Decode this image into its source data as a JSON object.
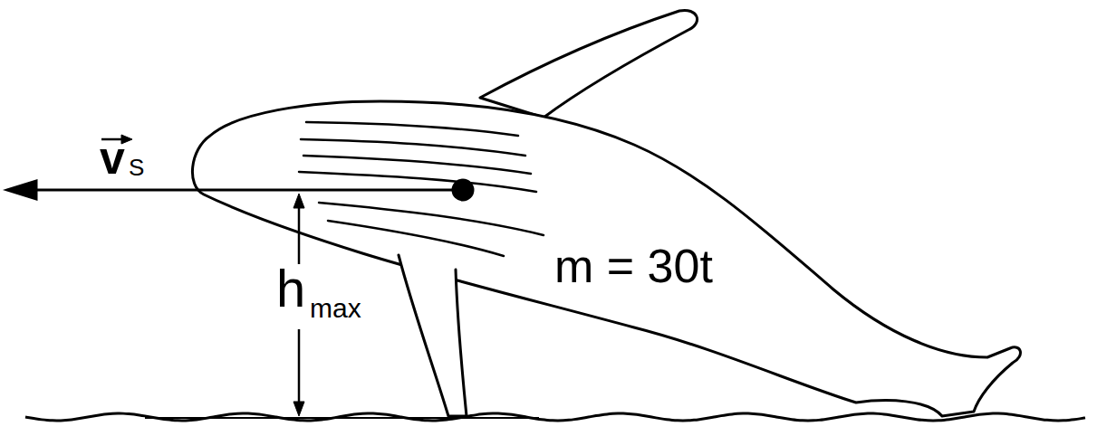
{
  "diagram": {
    "labels": [
      "v",
      "S",
      "h",
      "max",
      "m = 30t"
    ]
  }
}
